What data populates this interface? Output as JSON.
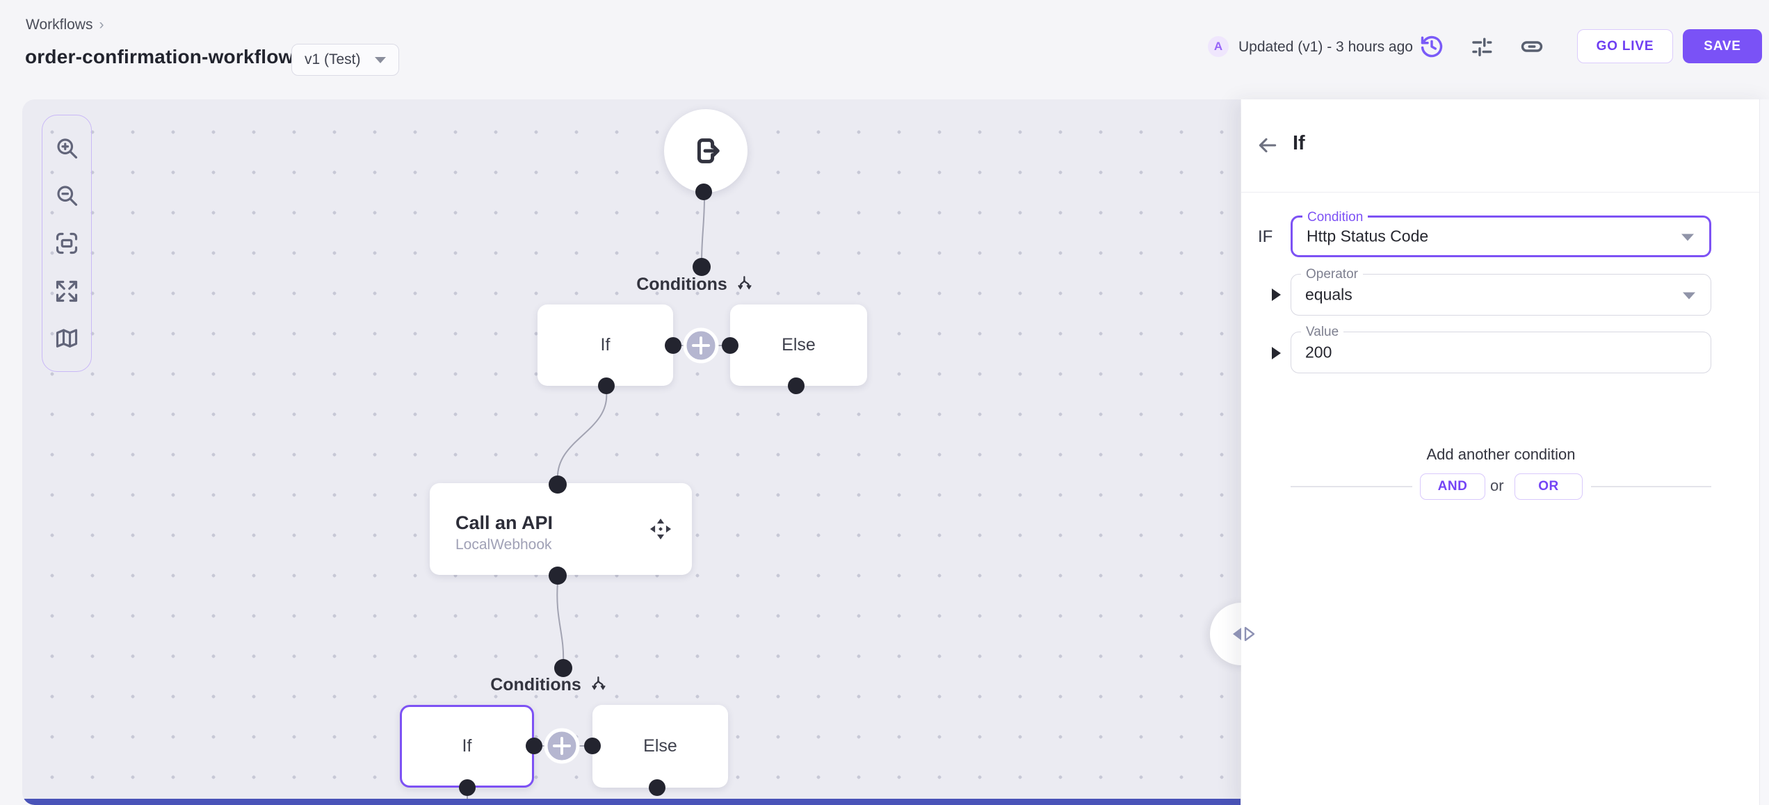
{
  "breadcrumb": {
    "workflows": "Workflows",
    "chevron": "›"
  },
  "header": {
    "title": "order-confirmation-workflow",
    "version_badge": "v1 (Test)",
    "avatar_initial": "A",
    "updated_text": "Updated (v1) - 3 hours ago",
    "go_live_label": "GO LIVE",
    "save_label": "SAVE"
  },
  "canvas": {
    "conditions_label": "Conditions",
    "branch1": {
      "if_label": "If",
      "else_label": "Else"
    },
    "api_node": {
      "title": "Call an API",
      "subtitle": "LocalWebhook"
    },
    "branch2": {
      "if_label": "If",
      "else_label": "Else"
    }
  },
  "panel": {
    "title": "If",
    "if_prefix": "IF",
    "fields": {
      "condition": {
        "label": "Condition",
        "value": "Http Status Code"
      },
      "operator": {
        "label": "Operator",
        "value": "equals"
      },
      "value": {
        "label": "Value",
        "value": "200"
      }
    },
    "add_condition": {
      "heading": "Add another condition",
      "and_label": "AND",
      "or_word": "or",
      "or_label": "OR"
    }
  },
  "colors": {
    "accent": "#7D52F4",
    "canvas_bg": "#EBEBF2",
    "selected_border": "#7D52F4",
    "footer_bar": "#4953B8",
    "save_button": "#7A52F6"
  }
}
